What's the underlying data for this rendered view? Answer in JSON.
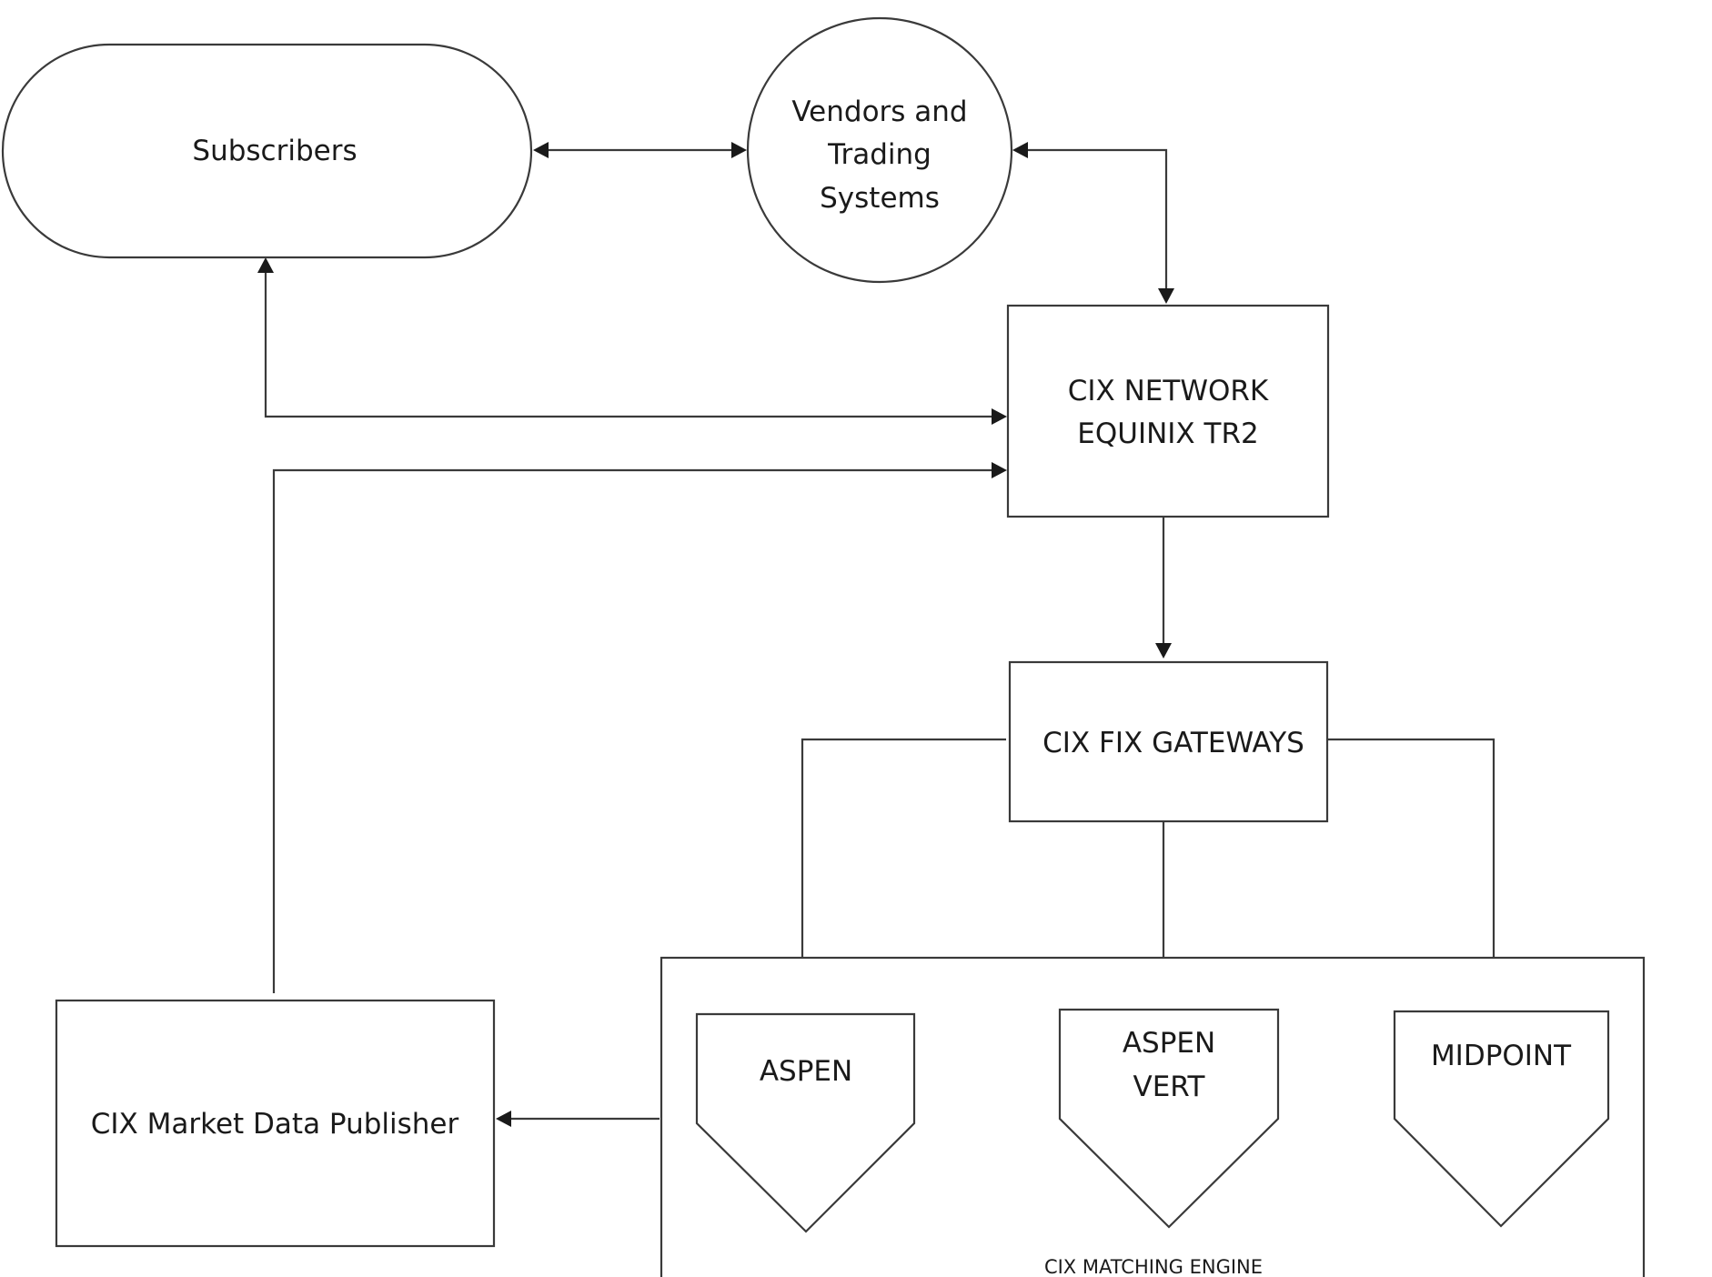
{
  "nodes": {
    "subscribers": {
      "label": "Subscribers"
    },
    "vendors": {
      "lines": [
        "Vendors and",
        "Trading",
        "Systems"
      ]
    },
    "cix_network": {
      "lines": [
        "CIX NETWORK",
        "EQUINIX TR2"
      ]
    },
    "fix_gateways": {
      "label": "CIX FIX GATEWAYS"
    },
    "market_data_publisher": {
      "label": "CIX Market Data Publisher"
    },
    "matching_engine": {
      "label": "CIX MATCHING ENGINE"
    },
    "aspen": {
      "label": "ASPEN"
    },
    "aspen_vert": {
      "lines": [
        "ASPEN",
        "VERT"
      ]
    },
    "midpoint": {
      "label": "MIDPOINT"
    }
  },
  "edges": [
    {
      "from": "subscribers",
      "to": "vendors",
      "direction": "both"
    },
    {
      "from": "vendors",
      "to": "cix_network",
      "direction": "both"
    },
    {
      "from": "subscribers",
      "to": "cix_network",
      "direction": "both"
    },
    {
      "from": "market_data_publisher",
      "to": "cix_network",
      "direction": "forward"
    },
    {
      "from": "cix_network",
      "to": "fix_gateways",
      "direction": "forward"
    },
    {
      "from": "fix_gateways",
      "to": "aspen",
      "direction": "forward"
    },
    {
      "from": "fix_gateways",
      "to": "aspen_vert",
      "direction": "forward"
    },
    {
      "from": "fix_gateways",
      "to": "midpoint",
      "direction": "forward"
    },
    {
      "from": "matching_engine",
      "to": "market_data_publisher",
      "direction": "forward"
    }
  ]
}
